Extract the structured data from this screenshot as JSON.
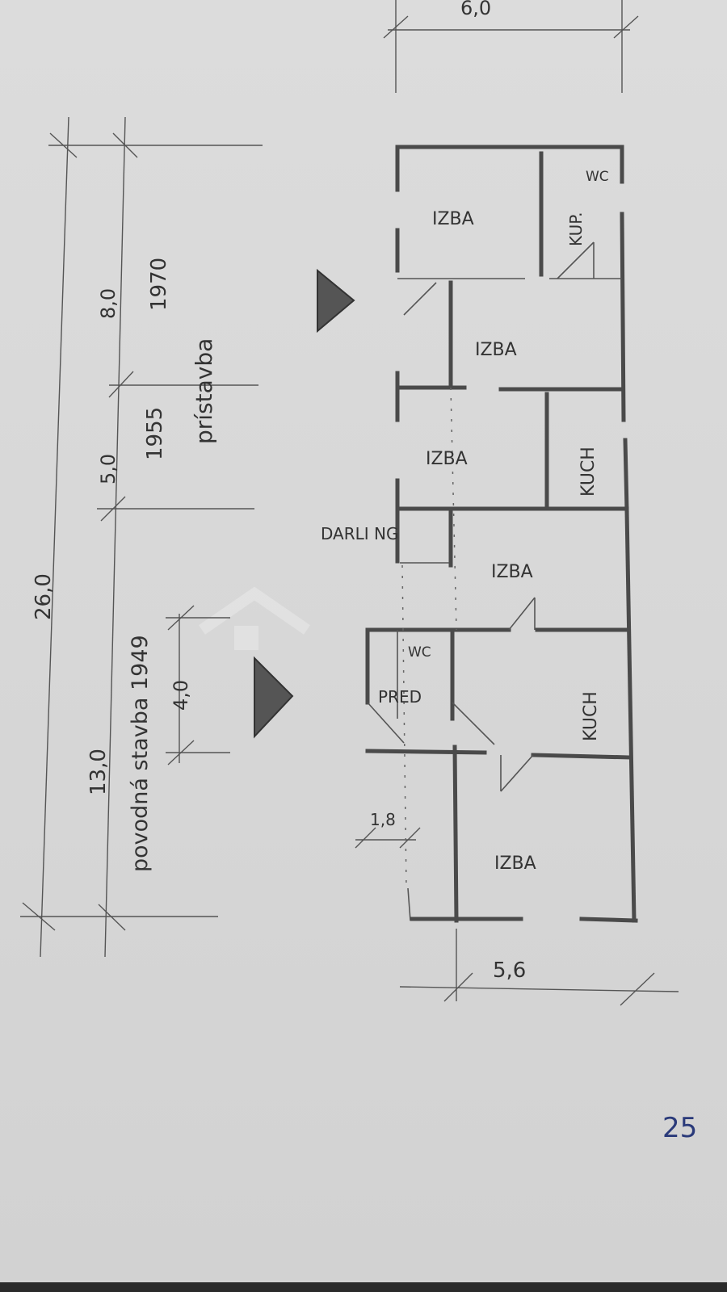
{
  "dimensions": {
    "total_length": "26,0",
    "original_length": "13,0",
    "extension_1955_length": "5,0",
    "extension_1970_length": "8,0",
    "inner_dim": "4,0",
    "porch_dim": "1,8",
    "width": "5,6",
    "top_width": "6,0"
  },
  "annotations": {
    "original_building": "povodná stavba 1949",
    "year_1955": "1955",
    "year_1970": "1970",
    "extension": "prístavba",
    "page_number": "25"
  },
  "rooms": {
    "izba_1": "IZBA",
    "izba_2": "IZBA",
    "izba_3": "IZBA",
    "izba_4": "IZBA",
    "izba_5": "IZBA",
    "kupelna": "KUP.",
    "wc_1": "WC",
    "wc_2": "WC",
    "kuch_1": "KUCH",
    "kuch_2": "KUCH",
    "darling": "DARLI NG",
    "pred": "PRED"
  },
  "colors": {
    "pencil": "#444444",
    "page_number": "#2a3a7a"
  }
}
